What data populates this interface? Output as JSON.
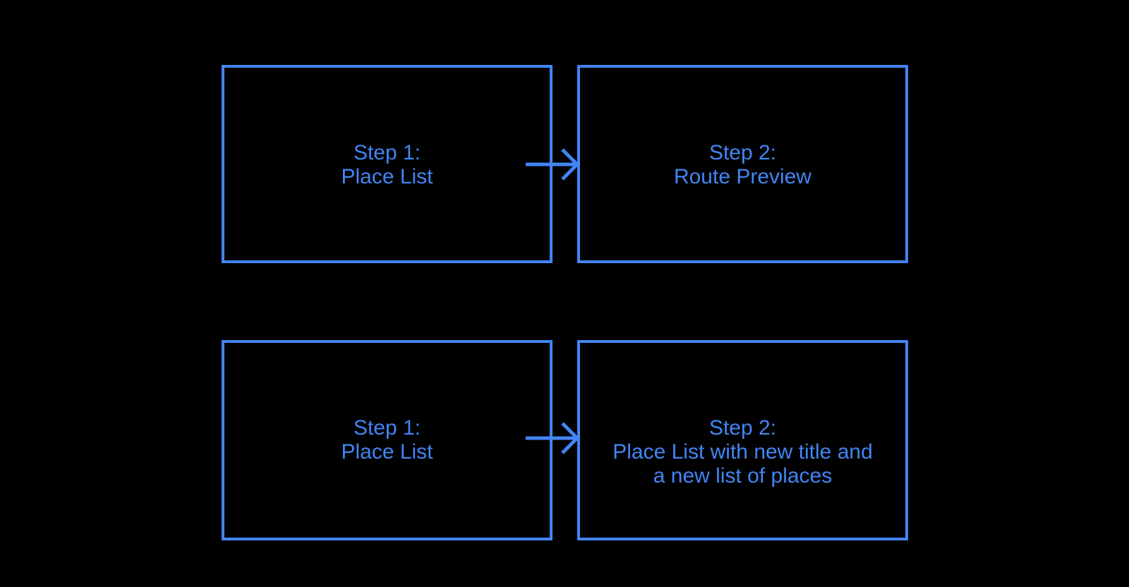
{
  "theme": {
    "background": "#000000",
    "accent": "#4285F4"
  },
  "diagram": {
    "boxes": [
      {
        "id": "step1-place-list-top",
        "lines": [
          "Step 1:",
          "Place List"
        ]
      },
      {
        "id": "step2-route-preview",
        "lines": [
          "Step 2:",
          "Route Preview"
        ]
      },
      {
        "id": "step1-place-list-bottom",
        "lines": [
          "Step 1:",
          "Place List"
        ]
      },
      {
        "id": "step2-new-place-list",
        "lines": [
          "Step 2:",
          "Place List with new title and",
          "a new list of places"
        ]
      }
    ],
    "connectors": [
      {
        "from": "step1-place-list-top",
        "to": "step2-route-preview",
        "direction": "right"
      },
      {
        "from": "step1-place-list-bottom",
        "to": "step2-new-place-list",
        "direction": "right"
      }
    ]
  }
}
